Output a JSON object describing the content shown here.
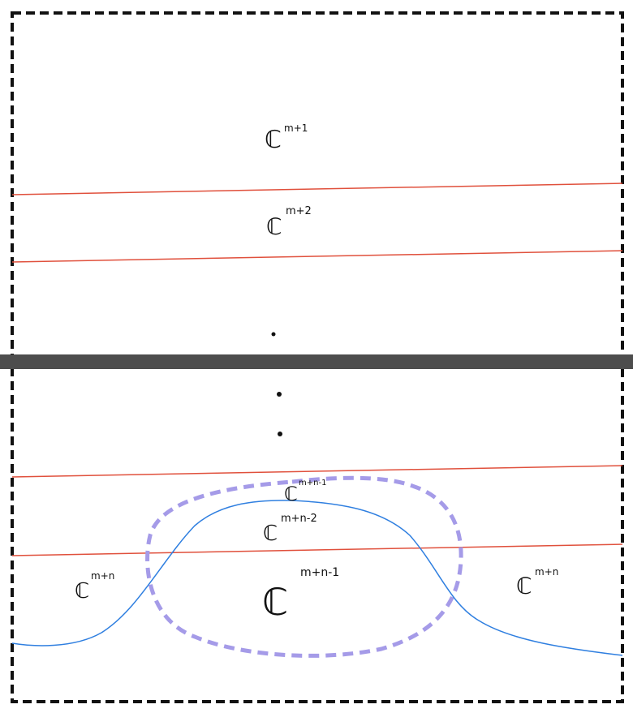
{
  "colors": {
    "border": "#111111",
    "divider_bar": "#4d4d4d",
    "red_line": "#e0503c",
    "blue_curve": "#2f7fe0",
    "purple_region": "#a59be8",
    "ink": "#111111"
  },
  "labels": {
    "c_m1": {
      "base": "ℂ",
      "sup": "m+1"
    },
    "c_m2": {
      "base": "ℂ",
      "sup": "m+2"
    },
    "c_top_region": {
      "base": "ℂ",
      "sup": "m+n-1"
    },
    "c_mid_region": {
      "base": "ℂ",
      "sup": "m+n-2"
    },
    "c_center": {
      "base": "ℂ",
      "sup": "m+n-1"
    },
    "c_left": {
      "base": "ℂ",
      "sup": "m+n"
    },
    "c_right": {
      "base": "ℂ",
      "sup": "m+n"
    }
  }
}
